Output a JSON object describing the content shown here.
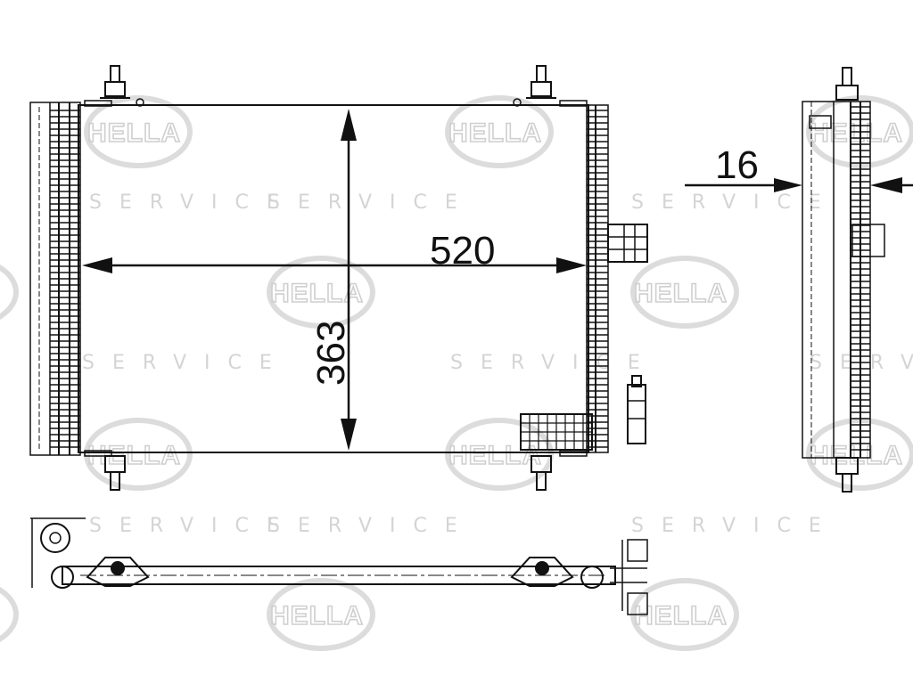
{
  "watermark": {
    "brand": "HELLA",
    "service": "SERVICE"
  },
  "dimensions": {
    "width": "520",
    "height": "363",
    "thickness": "16"
  }
}
